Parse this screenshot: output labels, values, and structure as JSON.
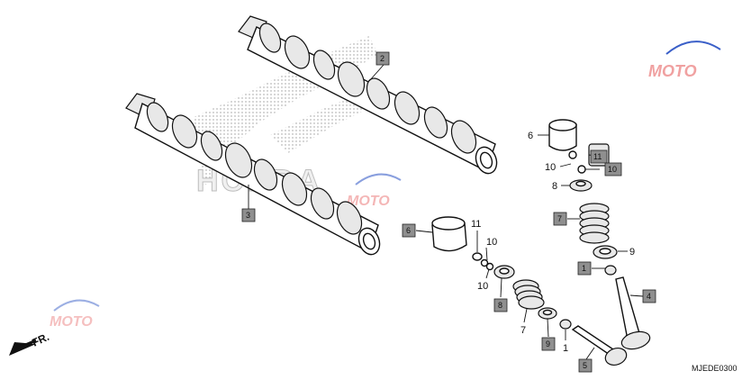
{
  "diagram": {
    "code": "MJEDE0300",
    "direction_label": "FR.",
    "background_logo": "HONDA",
    "watermark_text": "MOTO",
    "boxed_callouts": [
      "2",
      "3",
      "6",
      "11",
      "10",
      "7",
      "1",
      "4",
      "8",
      "9",
      "5"
    ],
    "plain_callouts": [
      "6",
      "10",
      "8",
      "9",
      "11",
      "10",
      "10",
      "7",
      "1"
    ],
    "colors": {
      "box": "#8f8f8f",
      "ink": "#111111",
      "watermark_red": "#e03030",
      "watermark_blue": "#3a5fc8"
    }
  }
}
